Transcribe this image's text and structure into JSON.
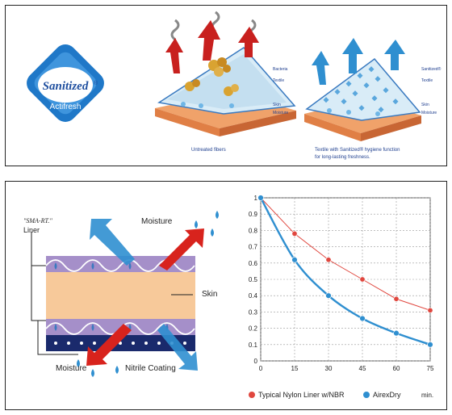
{
  "badge": {
    "brand": "Sanitized",
    "mark": "®",
    "product": "Actifresh"
  },
  "top_labels": {
    "left": {
      "bacteria": "Bacteria",
      "textile": "Textile",
      "skin": "Skin",
      "moisture": "Moisture",
      "caption": "Untreated fibers"
    },
    "right": {
      "sanitized": "Sanitized®",
      "textile": "Textile",
      "skin": "Skin",
      "moisture": "Moisture",
      "caption_line1": "Textile with Sanitized® hygiene function",
      "caption_line2": "for long-lasting freshness."
    }
  },
  "liner_diagram": {
    "title_line1": "\"SMA-RT.\"",
    "title_line2": "Liner",
    "moisture_top": "Moisture",
    "skin": "Skin",
    "moisture_bottom": "Moisture",
    "nitrile": "Nitrile Coating"
  },
  "colors": {
    "typical": "#e0473f",
    "airexdry": "#2f8fd0",
    "purple": "#a58fc9",
    "skin": "#f7c99a",
    "navy": "#1a2a6c"
  },
  "chart_data": {
    "type": "line",
    "x": [
      0,
      15,
      30,
      45,
      60,
      75
    ],
    "x_ticks": [
      "0",
      "15",
      "30",
      "45",
      "60",
      "75"
    ],
    "y_ticks": [
      "0",
      "0.1",
      "0.2",
      "0.3",
      "0.4",
      "0.5",
      "0.6",
      "0.7",
      "0.8",
      "0.9",
      "1"
    ],
    "xlim": [
      0,
      75
    ],
    "ylim": [
      0,
      1
    ],
    "grid": true,
    "legend_position": "bottom",
    "x_unit_label": "min.",
    "series": [
      {
        "name": "Typical Nylon Liner w/NBR",
        "values": [
          1.0,
          0.78,
          0.62,
          0.5,
          0.38,
          0.31
        ]
      },
      {
        "name": "AirexDry",
        "values": [
          1.0,
          0.62,
          0.4,
          0.26,
          0.17,
          0.1
        ]
      }
    ]
  }
}
